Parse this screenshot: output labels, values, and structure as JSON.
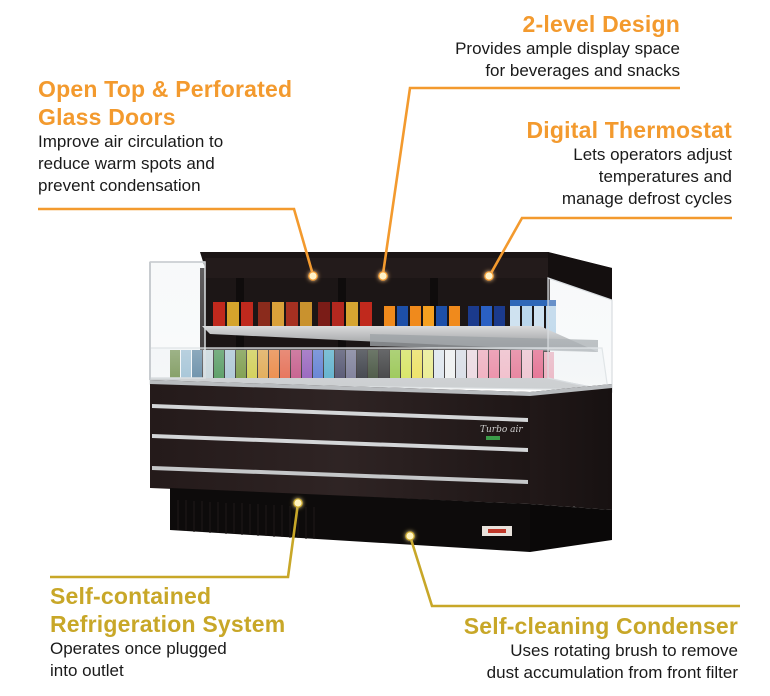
{
  "callouts": {
    "two_level": {
      "title": "2-level Design",
      "desc_line1": "Provides ample display space",
      "desc_line2": "for beverages and snacks"
    },
    "open_top": {
      "title_line1": "Open Top & Perforated",
      "title_line2": "Glass Doors",
      "desc_line1": "Improve air circulation to",
      "desc_line2": "reduce warm spots and",
      "desc_line3": "prevent condensation"
    },
    "thermostat": {
      "title": "Digital Thermostat",
      "desc_line1": "Lets operators adjust",
      "desc_line2": "temperatures and",
      "desc_line3": "manage defrost cycles"
    },
    "refrigeration": {
      "title_line1": "Self-contained",
      "title_line2": "Refrigeration System",
      "desc_line1": "Operates once plugged",
      "desc_line2": "into outlet"
    },
    "condenser": {
      "title": "Self-cleaning Condenser",
      "desc_line1": "Uses rotating brush to remove",
      "desc_line2": "dust accumulation from front filter"
    }
  },
  "logo_text": "Turbo air",
  "colors": {
    "accent_orange": "#f39a2e",
    "accent_gold": "#c8a728",
    "cabinet": "#2a1f1f"
  }
}
